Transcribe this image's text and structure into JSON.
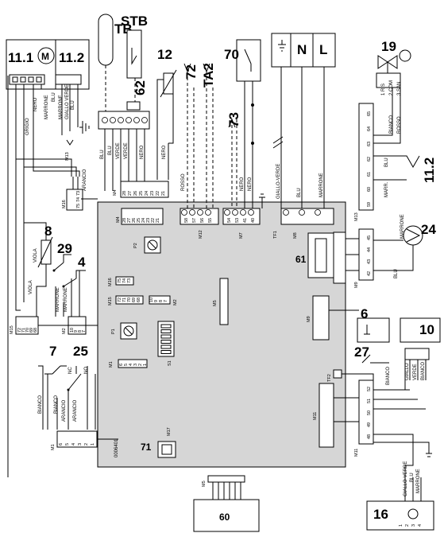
{
  "components": {
    "c11_1": "11.1",
    "c11_2": "11.2",
    "motor": "M",
    "tb": "TB",
    "stb": "STB",
    "c12": "12",
    "c62": "62",
    "c72": "72",
    "ta2": "TA2",
    "c70": "70",
    "c73": "73",
    "n": "N",
    "l": "L",
    "c19": "19",
    "c11_2b": "11.2",
    "c24": "24",
    "c8": "8",
    "c29": "29",
    "c4": "4",
    "c7": "7",
    "c25": "25",
    "c61": "61",
    "c6": "6",
    "c10": "10",
    "c27": "27",
    "c71": "71",
    "c60": "60",
    "c16": "16",
    "p1": "P1",
    "p2": "P2",
    "s1": "S1",
    "board_code": "0006401"
  },
  "wires": {
    "grigio": "GRIGIO",
    "nero": "NERO",
    "marrone": "MARRONE",
    "blu": "BLU",
    "giallo_verde": "GIALLO VERDE",
    "giallo_verde2": "GIALLO-VERDE",
    "verde": "VERDE",
    "rosso": "ROSSO",
    "arancio": "ARANCIO",
    "viola": "VIOLA",
    "bianco": "BIANCO",
    "marr": "MARR.",
    "giallo": "GIALLO",
    "verde_w": "VERDE",
    "nc": "NC",
    "no": "NO",
    "ris1": "1 RIS",
    "com2": "2 COM",
    "san3": "3 SAN"
  },
  "connectors": {
    "m13": "M13",
    "m16": "M16",
    "m15": "M15",
    "m2": "M2",
    "m1": "M1",
    "m4": "M4",
    "m12": "M12",
    "m7": "M7",
    "m8": "M8",
    "tf1": "TF1",
    "m9": "M9",
    "m11": "M11",
    "tf2": "TF2",
    "m17": "M17",
    "m5": "M5"
  },
  "pins": {
    "m13_top": [
      "65",
      "64",
      "63",
      "62",
      "61",
      "60",
      "59"
    ],
    "m9_right": [
      "45",
      "44",
      "43",
      "42"
    ],
    "m11_right": [
      "52",
      "51",
      "50",
      "49",
      "48"
    ],
    "m16": [
      "75",
      "74",
      "73"
    ],
    "m15": [
      "72",
      "71",
      "70",
      "69",
      "68"
    ],
    "m2": [
      "10",
      "9",
      "8",
      "7"
    ],
    "m1": [
      "6",
      "5",
      "4",
      "3",
      "2",
      "1"
    ],
    "m4": [
      "28",
      "27",
      "26",
      "25",
      "24",
      "23",
      "22",
      "21"
    ],
    "m12": [
      "58",
      "57",
      "56",
      "55"
    ],
    "m7": [
      "54",
      "53",
      "41",
      "40"
    ],
    "m8_labels": [
      "⏚",
      "N",
      "L"
    ],
    "conn16": [
      "1",
      "2",
      "3",
      "4"
    ],
    "m11_board": [
      "48",
      "49",
      "50",
      "51",
      "52"
    ],
    "m9_board": [
      "42",
      "43",
      "44",
      "45"
    ],
    "m13_board": [
      "59",
      "60",
      "61",
      "62",
      "63",
      "64",
      "65"
    ],
    "m16_board": [
      "75",
      "74",
      "73"
    ],
    "m15_board": [
      "72",
      "71",
      "70",
      "69",
      "68"
    ],
    "m2_board": [
      "10",
      "9",
      "8",
      "7"
    ],
    "m1_board": [
      "6",
      "5",
      "4",
      "3",
      "2",
      "1"
    ]
  }
}
